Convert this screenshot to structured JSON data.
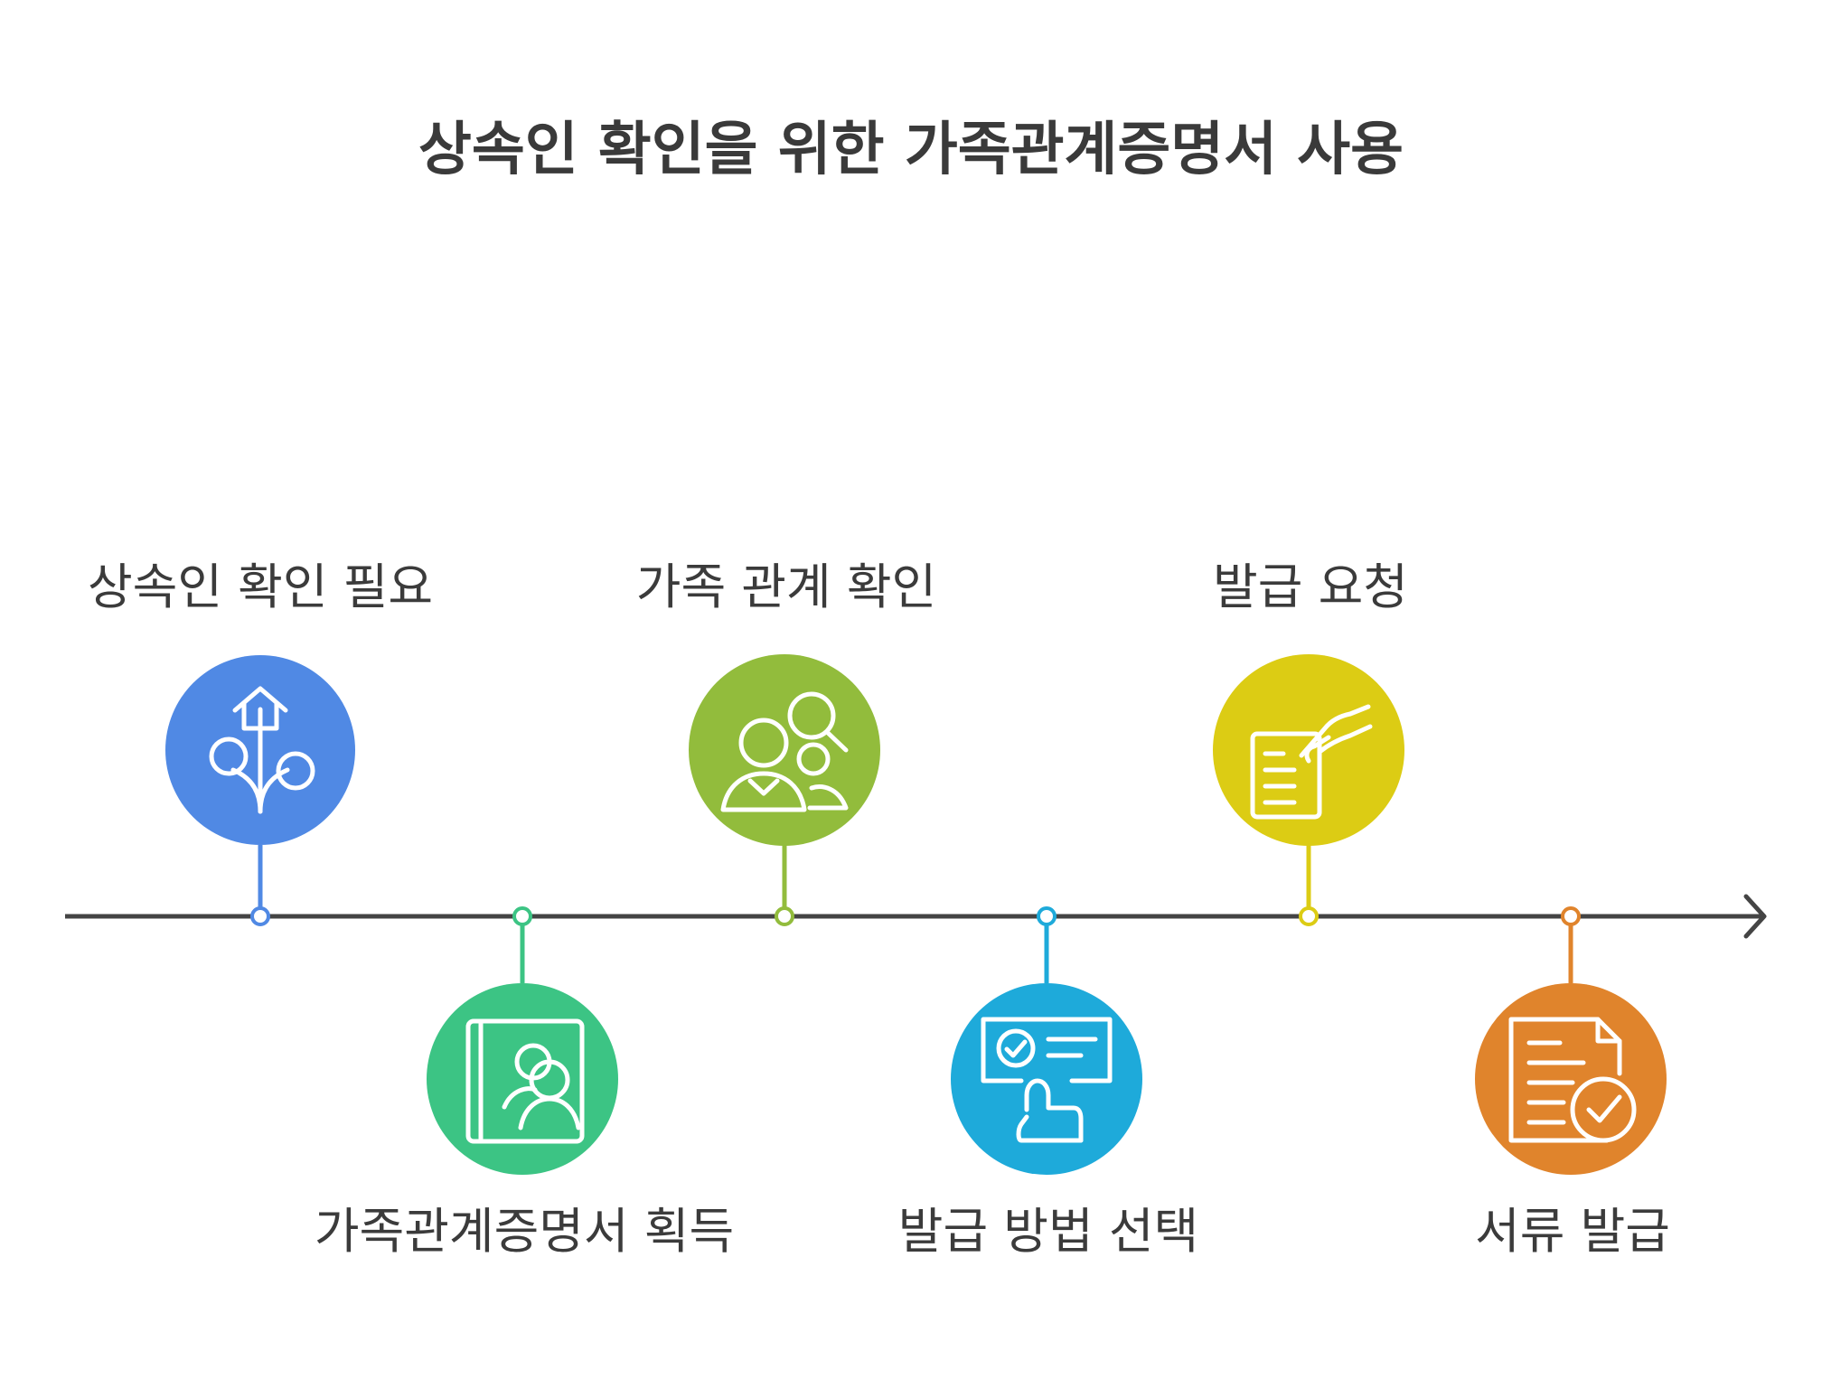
{
  "title": "상속인 확인을 위한 가족관계증명서 사용",
  "steps": [
    {
      "label": "상속인 확인 필요",
      "position": "above",
      "color": "#5089E4",
      "icon": "family-tree-icon"
    },
    {
      "label": "가족관계증명서 획득",
      "position": "below",
      "color": "#3CC484",
      "icon": "family-album-icon"
    },
    {
      "label": "가족 관계 확인",
      "position": "above",
      "color": "#92BC3C",
      "icon": "people-search-icon"
    },
    {
      "label": "발급 방법 선택",
      "position": "below",
      "color": "#1EAADA",
      "icon": "select-option-icon"
    },
    {
      "label": "발급 요청",
      "position": "above",
      "color": "#DCCC14",
      "icon": "hand-document-icon"
    },
    {
      "label": "서류 발급",
      "position": "below",
      "color": "#E0842C",
      "icon": "document-check-icon"
    }
  ],
  "colors": {
    "axis": "#444444",
    "title": "#3a3a3a"
  }
}
